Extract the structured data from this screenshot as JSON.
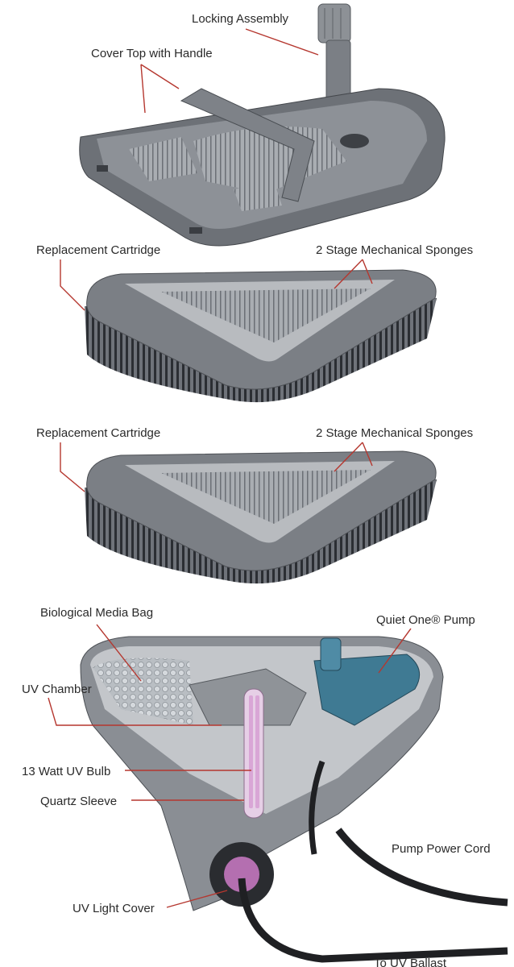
{
  "diagram": {
    "labels": {
      "locking_assembly": "Locking Assembly",
      "cover_top": "Cover Top with Handle",
      "cartridge_1": "Replacement Cartridge",
      "sponges_1": "2 Stage Mechanical Sponges",
      "cartridge_2": "Replacement Cartridge",
      "sponges_2": "2 Stage Mechanical Sponges",
      "bio_media": "Biological Media Bag",
      "pump": "Quiet One® Pump",
      "uv_chamber": "UV Chamber",
      "uv_bulb": "13 Watt UV Bulb",
      "quartz_sleeve": "Quartz Sleeve",
      "power_cord": "Pump Power Cord",
      "uv_cover": "UV Light Cover",
      "ballast": "To UV Ballast"
    },
    "colors": {
      "leader": "#b5372f",
      "housing": "#7d8188",
      "sponge": "#8a8c90",
      "pump": "#3f7a93",
      "bulb": "#d9a6d6"
    }
  }
}
